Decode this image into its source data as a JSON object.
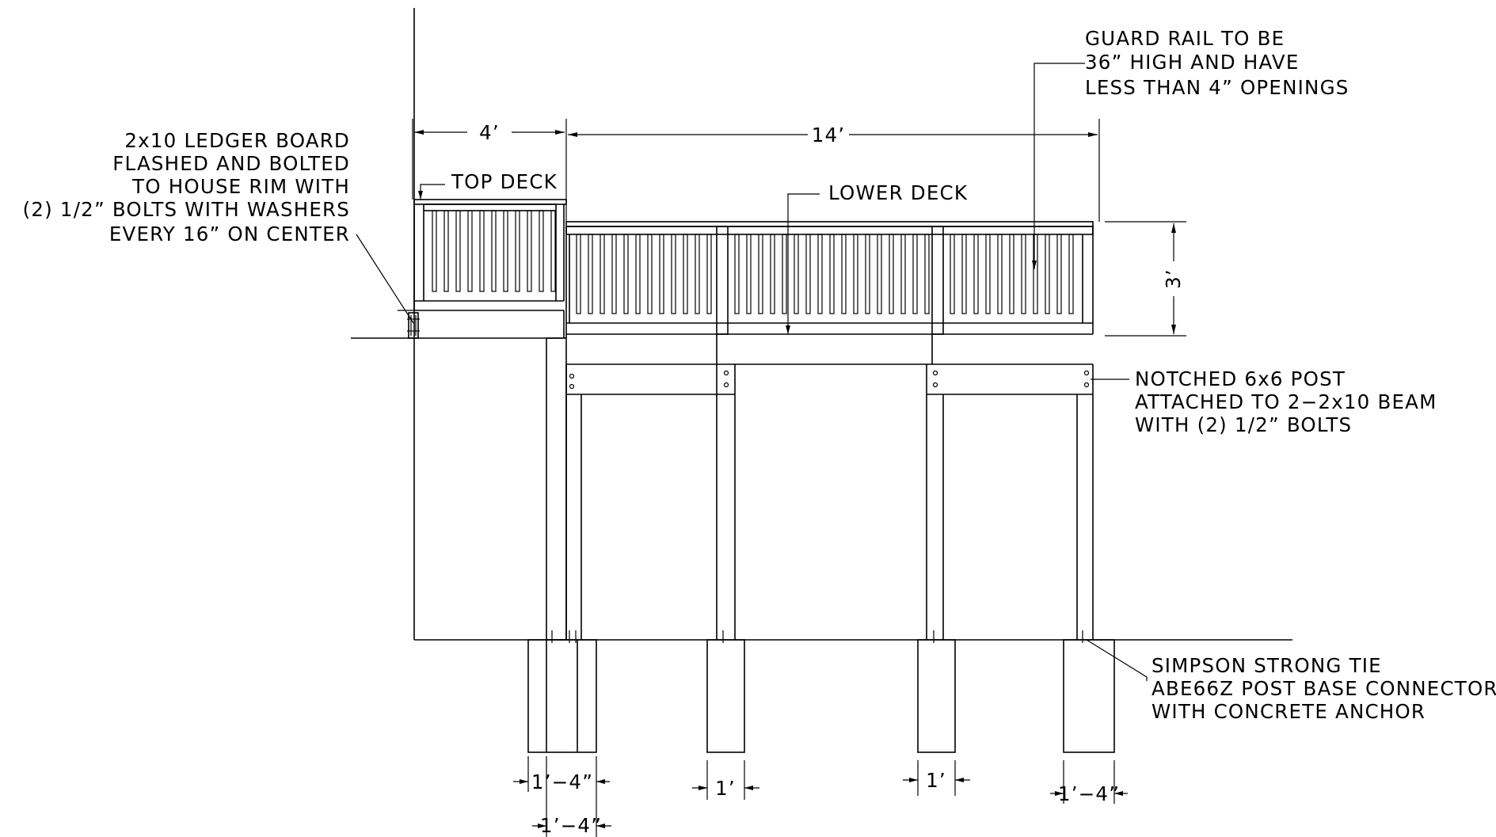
{
  "notes": {
    "ledger": [
      "2x10 LEDGER BOARD",
      "FLASHED AND BOLTED",
      "TO HOUSE RIM WITH",
      "(2) 1/2” BOLTS WITH WASHERS",
      "EVERY 16” ON CENTER"
    ],
    "top_deck": "TOP DECK",
    "lower_deck": "LOWER DECK",
    "guard_rail": [
      "GUARD RAIL TO BE",
      "36” HIGH AND HAVE",
      "LESS THAN 4” OPENINGS"
    ],
    "post": [
      "NOTCHED 6x6 POST",
      "ATTACHED TO 2−2x10 BEAM",
      "WITH (2) 1/2” BOLTS"
    ],
    "connector": [
      "SIMPSON STRONG TIE",
      "ABE66Z POST BASE CONNECTOR",
      "WITH CONCRETE ANCHOR"
    ]
  },
  "dimensions": {
    "top_deck_width": "4’",
    "lower_deck_width": "14’",
    "rail_height": "3’",
    "footing_1_post": "1’−4”",
    "footing_1_total": "1’−4”",
    "footing_2": "1’",
    "footing_3": "1’",
    "footing_4": "1’−4”"
  }
}
